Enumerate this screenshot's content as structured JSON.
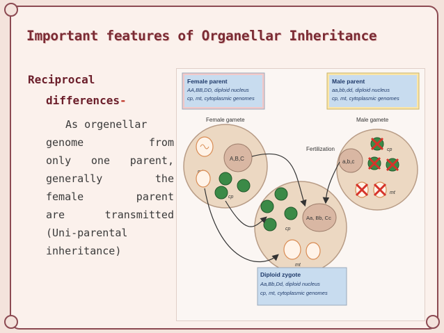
{
  "slide": {
    "title": "Important features of Organellar Inheritance",
    "heading_line1": "Reciprocal",
    "heading_line2": "differences",
    "heading_dash": "-",
    "body_lines": [
      "As orgenellar",
      "genome from",
      "only one parent,",
      "generally the",
      "female parent",
      "are transmitted",
      "(Uni-parental",
      "inheritance)"
    ]
  },
  "figure": {
    "female_box": {
      "title": "Female parent",
      "line1": "AA,BB,DD, diploid nucleus",
      "line2": "cp, mt, cytoplasmic genomes"
    },
    "male_box": {
      "title": "Male parent",
      "line1": "aa,bb,dd, diploid nucleus",
      "line2": "cp, mt, cytoplasmic genomes"
    },
    "zygote_box": {
      "title": "Diploid zygote",
      "line1": "Aa,Bb,Dd, diploid nucleus",
      "line2": "cp, mt, cytoplasmic genomes"
    },
    "labels": {
      "female_gamete": "Female gamete",
      "male_gamete": "Male gamete",
      "fertilization": "Fertilization",
      "nucleus_female": "A,B,C",
      "nucleus_male": "a,b,c",
      "nucleus_zygote": "Aa, Bb, Cc",
      "mt": "mt",
      "cp": "cp"
    },
    "colors": {
      "cell_fill": "#ecd8c2",
      "nucleus_fill": "#d9b7a3",
      "chloroplast": "#3b8a47",
      "box_pink": "#f2c9c9",
      "box_blue": "#c8dcef",
      "box_yellow": "#fbe6a8",
      "cross": "#d6332a"
    }
  }
}
